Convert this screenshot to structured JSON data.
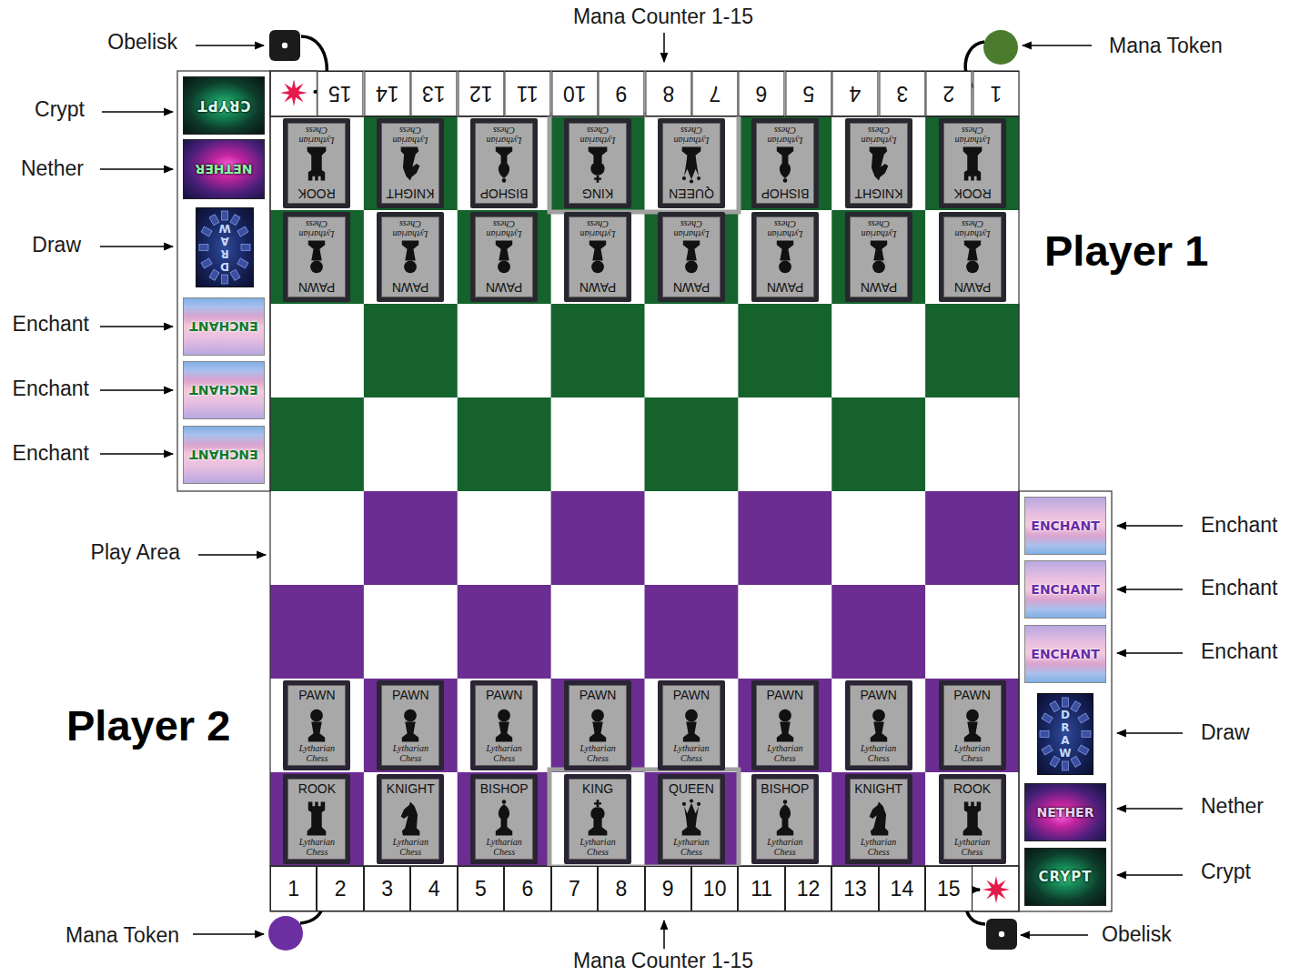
{
  "diagram": {
    "nodes": [
      {
        "text": [
          "15"
        ]
      },
      {
        "text": [
          "14"
        ]
      },
      {
        "text": [
          "13"
        ]
      },
      {
        "text": [
          "12"
        ]
      },
      {
        "text": [
          "11"
        ]
      },
      {
        "text": [
          "10"
        ]
      },
      {
        "text": [
          "9"
        ]
      },
      {
        "text": [
          "8"
        ]
      },
      {
        "text": [
          "7"
        ]
      },
      {
        "text": [
          "6"
        ]
      },
      {
        "text": [
          "5"
        ]
      },
      {
        "text": [
          "4"
        ]
      },
      {
        "text": [
          "3"
        ]
      },
      {
        "text": [
          "2"
        ]
      },
      {
        "text": [
          "1"
        ]
      },
      {
        "text": [
          "CRYPT"
        ]
      },
      {
        "text": [
          "NETHER"
        ]
      },
      {
        "text": [
          "DRAW"
        ]
      },
      {
        "text": [
          "ENCHANT"
        ]
      },
      {
        "text": [
          "ENCHANT"
        ]
      },
      {
        "text": [
          "ENCHANT"
        ]
      },
      {
        "text": [
          "ROOK",
          "Lytharian Chess"
        ]
      },
      {
        "text": [
          "KNIGHT",
          "Lytharian Chess"
        ]
      },
      {
        "text": [
          "BISHOP",
          "Lytharian Chess"
        ]
      },
      {
        "text": [
          "KING",
          "Lytharian Chess"
        ]
      },
      {
        "text": [
          "QUEEN",
          "Lytharian Chess"
        ]
      },
      {
        "text": [
          "BISHOP",
          "Lytharian Chess"
        ]
      },
      {
        "text": [
          "KNIGHT",
          "Lytharian Chess"
        ]
      },
      {
        "text": [
          "ROOK",
          "Lytharian Chess"
        ]
      },
      {
        "text": [
          "PAWN",
          "Lytharian Chess"
        ]
      },
      {
        "text": [
          "PAWN",
          "Lytharian Chess"
        ]
      },
      {
        "text": [
          "PAWN",
          "Lytharian Chess"
        ]
      },
      {
        "text": [
          "PAWN",
          "Lytharian Chess"
        ]
      },
      {
        "text": [
          "PAWN",
          "Lytharian Chess"
        ]
      },
      {
        "text": [
          "PAWN",
          "Lytharian Chess"
        ]
      },
      {
        "text": [
          "PAWN",
          "Lytharian Chess"
        ]
      },
      {
        "text": [
          "PAWN",
          "Lytharian Chess"
        ]
      },
      {
        "text": [
          "PAWN",
          "Lytharian Chess"
        ]
      },
      {
        "text": [
          "PAWN",
          "Lytharian Chess"
        ]
      },
      {
        "text": [
          "PAWN",
          "Lytharian Chess"
        ]
      },
      {
        "text": [
          "PAWN",
          "Lytharian Chess"
        ]
      },
      {
        "text": [
          "PAWN",
          "Lytharian Chess"
        ]
      },
      {
        "text": [
          "PAWN",
          "Lytharian Chess"
        ]
      },
      {
        "text": [
          "PAWN",
          "Lytharian Chess"
        ]
      },
      {
        "text": [
          "PAWN",
          "Lytharian Chess"
        ]
      },
      {
        "text": [
          "ROOK",
          "Lytharian Chess"
        ]
      },
      {
        "text": [
          "KNIGHT",
          "Lytharian Chess"
        ]
      },
      {
        "text": [
          "BISHOP",
          "Lytharian Chess"
        ]
      },
      {
        "text": [
          "KING",
          "Lytharian Chess"
        ]
      },
      {
        "text": [
          "QUEEN",
          "Lytharian Chess"
        ]
      },
      {
        "text": [
          "BISHOP",
          "Lytharian Chess"
        ]
      },
      {
        "text": [
          "KNIGHT",
          "Lytharian Chess"
        ]
      },
      {
        "text": [
          "ROOK",
          "Lytharian Chess"
        ]
      },
      {
        "text": [
          "ENCHANT"
        ]
      },
      {
        "text": [
          "ENCHANT"
        ]
      },
      {
        "text": [
          "ENCHANT"
        ]
      },
      {
        "text": [
          "DRAW"
        ]
      },
      {
        "text": [
          "NETHER"
        ]
      },
      {
        "text": [
          "CRYPT"
        ]
      },
      {
        "text": [
          "1"
        ]
      },
      {
        "text": [
          "2"
        ]
      },
      {
        "text": [
          "3"
        ]
      },
      {
        "text": [
          "4"
        ]
      },
      {
        "text": [
          "5"
        ]
      },
      {
        "text": [
          "6"
        ]
      },
      {
        "text": [
          "7"
        ]
      },
      {
        "text": [
          "8"
        ]
      },
      {
        "text": [
          "9"
        ]
      },
      {
        "text": [
          "10"
        ]
      },
      {
        "text": [
          "11"
        ]
      },
      {
        "text": [
          "12"
        ]
      },
      {
        "text": [
          "13"
        ]
      },
      {
        "text": [
          "14"
        ]
      },
      {
        "text": [
          "15"
        ]
      }
    ],
    "labels": [
      "Mana Counter 1-15",
      "Obelisk",
      "Mana Token",
      "Crypt",
      "Nether",
      "Draw",
      "Enchant",
      "Enchant",
      "Enchant",
      "Player 1",
      "Play Area",
      "Enchant",
      "Enchant",
      "Enchant",
      "Player 2",
      "Draw",
      "Nether",
      "Crypt",
      "Mana Token",
      "Obelisk",
      "Mana Counter 1-15"
    ]
  }
}
